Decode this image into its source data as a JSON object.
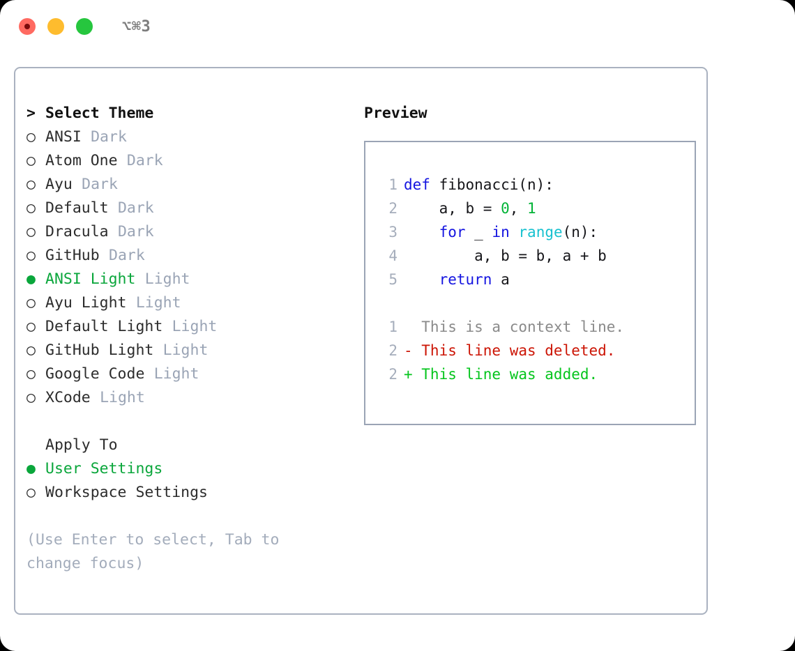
{
  "titlebar": {
    "shortcut": "⌥⌘3",
    "lights": [
      "close",
      "minimize",
      "maximize"
    ]
  },
  "theme_picker": {
    "heading_caret": ">",
    "heading": "Select Theme",
    "radio_unselected": "○",
    "radio_selected": "●",
    "items": [
      {
        "name": "ANSI",
        "suffix": "Dark",
        "selected": false
      },
      {
        "name": "Atom One",
        "suffix": "Dark",
        "selected": false
      },
      {
        "name": "Ayu",
        "suffix": "Dark",
        "selected": false
      },
      {
        "name": "Default",
        "suffix": "Dark",
        "selected": false
      },
      {
        "name": "Dracula",
        "suffix": "Dark",
        "selected": false
      },
      {
        "name": "GitHub",
        "suffix": "Dark",
        "selected": false
      },
      {
        "name": "ANSI Light",
        "suffix": "Light",
        "selected": true
      },
      {
        "name": "Ayu Light",
        "suffix": "Light",
        "selected": false
      },
      {
        "name": "Default Light",
        "suffix": "Light",
        "selected": false
      },
      {
        "name": "GitHub Light",
        "suffix": "Light",
        "selected": false
      },
      {
        "name": "Google Code",
        "suffix": "Light",
        "selected": false
      },
      {
        "name": "XCode",
        "suffix": "Light",
        "selected": false
      }
    ]
  },
  "apply_to": {
    "label": "Apply To",
    "options": [
      {
        "name": "User Settings",
        "selected": true
      },
      {
        "name": "Workspace Settings",
        "selected": false
      }
    ]
  },
  "hint": "(Use Enter to select, Tab to change focus)",
  "preview": {
    "title": "Preview",
    "code": [
      {
        "num": "1",
        "tokens": [
          {
            "t": "def",
            "c": "kw"
          },
          {
            "t": " fibonacci(n):",
            "c": "txt"
          }
        ]
      },
      {
        "num": "2",
        "tokens": [
          {
            "t": "    a, b = ",
            "c": "txt"
          },
          {
            "t": "0",
            "c": "num"
          },
          {
            "t": ", ",
            "c": "txt"
          },
          {
            "t": "1",
            "c": "num"
          }
        ]
      },
      {
        "num": "3",
        "tokens": [
          {
            "t": "    ",
            "c": "txt"
          },
          {
            "t": "for",
            "c": "kw"
          },
          {
            "t": " _ ",
            "c": "txt"
          },
          {
            "t": "in",
            "c": "kw"
          },
          {
            "t": " ",
            "c": "txt"
          },
          {
            "t": "range",
            "c": "bi"
          },
          {
            "t": "(n):",
            "c": "txt"
          }
        ]
      },
      {
        "num": "4",
        "tokens": [
          {
            "t": "        a, b = b, a + b",
            "c": "txt"
          }
        ]
      },
      {
        "num": "5",
        "tokens": [
          {
            "t": "    ",
            "c": "txt"
          },
          {
            "t": "return",
            "c": "kw"
          },
          {
            "t": " a",
            "c": "txt"
          }
        ]
      }
    ],
    "diff": [
      {
        "num": "1",
        "marker": " ",
        "text": "  This is a context line.",
        "kind": "ctx"
      },
      {
        "num": "2",
        "marker": "-",
        "text": "- This line was deleted.",
        "kind": "del"
      },
      {
        "num": "2",
        "marker": "+",
        "text": "+ This line was added.",
        "kind": "add"
      }
    ]
  },
  "colors": {
    "accent_green": "#0aa63b",
    "muted": "#9aa4b5",
    "hint": "#a3acbb",
    "keyword": "#1414e0",
    "builtin": "#17c1cf",
    "number": "#00b336",
    "diff_del": "#cc1505",
    "diff_add": "#05c51d",
    "border": "#aab2c0",
    "light_red": "#ff6a61",
    "light_yellow": "#febc2e",
    "light_green": "#26c63e"
  }
}
